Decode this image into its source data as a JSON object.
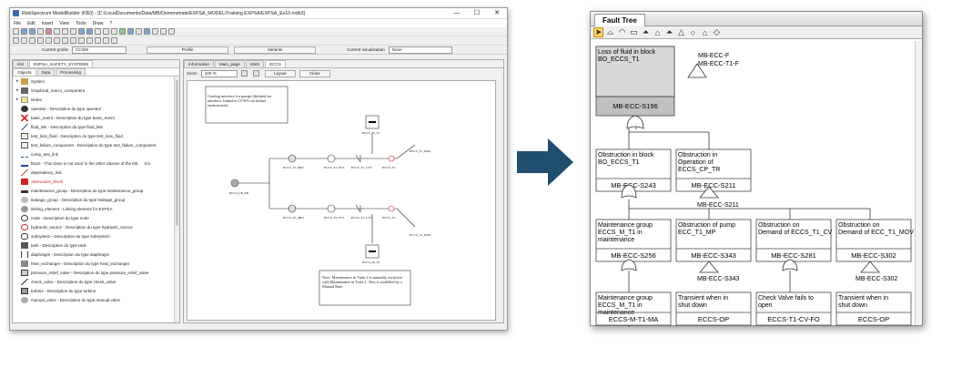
{
  "left_window": {
    "title": "RiskSpectrum ModelBuilder (KB3) - [C:/LocalDocuments/Data/MB/Demonstrate/EXPSA_MODEL/Training EXPSA/EXPSA_Ex10.mdb3]",
    "controls": {
      "minimize": "—",
      "maximize": "☐",
      "close": "✕"
    },
    "menu": [
      "File",
      "Edit",
      "Insert",
      "View",
      "Tools",
      "Draw",
      "?"
    ],
    "profile_bar": {
      "current_profile_label": "Current profile",
      "current_profile_value": "CCWS",
      "profile_button": "Profile",
      "variants_button": "Variants",
      "current_visualization_label": "Current visualization",
      "current_visualization_value": "None"
    },
    "left_tabs": [
      "KM",
      "EXPSA_SAFETY_SYSTEMS"
    ],
    "sub_tabs": [
      "Objects",
      "Data",
      "Processing"
    ],
    "tree_items": [
      {
        "label": "System",
        "icon": "folder-icon"
      },
      {
        "label": "Graphical_macro_component",
        "icon": "macro-icon"
      },
      {
        "label": "Notes",
        "icon": "note-icon"
      },
      {
        "label": "operator - Description du type operator",
        "icon": "operator-icon"
      },
      {
        "label": "basic_event - Description du type basic_event",
        "icon": "cross-icon"
      },
      {
        "label": "fluid_link - Description du type fluid_link",
        "icon": "link-icon"
      },
      {
        "label": "test_loss_fluid - Description du type test_loss_fluid",
        "icon": "test-icon"
      },
      {
        "label": "test_failure_component - Description du type test_failure_component",
        "icon": "test-icon"
      },
      {
        "label": "comp_test_link",
        "icon": "dashed-link-icon"
      },
      {
        "label": "block - This class is not used in the other classes of the KB.",
        "icon": "block-icon",
        "extra": "It is"
      },
      {
        "label": "dependency_link",
        "icon": "dependency-icon"
      },
      {
        "label": "obstruction_block",
        "icon": "obstruction-icon",
        "highlight": true
      },
      {
        "label": "maintenance_group - Description du type maintenance_group",
        "icon": "wrench-icon"
      },
      {
        "label": "leakage_group - Description du type leakage_group",
        "icon": "leakage-icon"
      },
      {
        "label": "linking_element - Linking element for EXPSA",
        "icon": "linking-icon"
      },
      {
        "label": "node - Description du type node",
        "icon": "node-icon"
      },
      {
        "label": "hydraulic_source - Description du type hydraulic_source",
        "icon": "source-icon"
      },
      {
        "label": "subsystem - Description du type subsystem",
        "icon": "subsystem-icon"
      },
      {
        "label": "tank - Description du type tank",
        "icon": "tank-icon"
      },
      {
        "label": "diaphragm - Description du type diaphragm",
        "icon": "diaphragm-icon"
      },
      {
        "label": "heat_exchanger - Description du type heat_exchanger",
        "icon": "exchanger-icon"
      },
      {
        "label": "pressure_relief_valve - Description du type pressure_relief_valve",
        "icon": "relief-valve-icon"
      },
      {
        "label": "check_valve - Description du type check_valve",
        "icon": "check-valve-icon"
      },
      {
        "label": "turbine - Description du type turbine",
        "icon": "turbine-icon"
      },
      {
        "label": "manual_valve - Description du type manual valve",
        "icon": "manual-valve-icon"
      }
    ],
    "right_tabs": [
      "Information",
      "Main_page",
      "SWS",
      "ECCS"
    ],
    "zoom_label": "Zoom",
    "zoom_value": "100 %",
    "layout_button": "Layout",
    "close_button": "Close",
    "diagram": {
      "note_top": "Cooling interface for pumps (defined via interface, linked to CCWS via failure replacement)",
      "note_bottom": "Note: Maintenance in Train 2 is mutually exclusive with Maintenance in Train 1. This is modelled by a Manual Rule.",
      "source_label": "ECCS_CP_TR",
      "train1": [
        "ECCS_T1_MP1",
        "ECCS_T1_EV1",
        "ECCS_T1_CV1",
        "ECCS_T1"
      ],
      "train2": [
        "ECCS_T2_MP1",
        "ECCS_T2_EV1",
        "ECCS_T2_CV1",
        "ECCS_T2"
      ],
      "top_tool": "ECCS_M_T1",
      "bottom_tool": "ECCS_M_T2",
      "fail1": "ECCS_T1_FAIL",
      "fail2": "ECCS_T1_FAIL"
    }
  },
  "fault_tree": {
    "tab_label": "Fault Tree",
    "top_event": {
      "text": "Loss of fluid in block BO_ECCS_T1",
      "id": "MB-ECC-S196"
    },
    "transfer_top": [
      "MB-ECC-F",
      "MB-ECC-T1-F"
    ],
    "level2": [
      {
        "text": "Obstruction in block BO_ECCS_T1",
        "id": "MB-ECC-S243"
      },
      {
        "text": "Obstruction in Operation of ECCS_CP_TR",
        "id": "MB-ECC-S211"
      }
    ],
    "transfer_mid": "MB-ECC-S211",
    "level3": [
      {
        "text": "Maintenance group ECCS_M_T1 in maintenance",
        "id": "MB-ECC-S256"
      },
      {
        "text": "Obstruction of pump ECC_T1_MP",
        "id": "MB-ECC-S343"
      },
      {
        "text": "Obstruction on Demand of ECCS_T1_CV",
        "id": "MB-ECC-S281"
      },
      {
        "text": "Obstruction on Demand of ECC_T1_MOV",
        "id": "MB-ECC-S302"
      }
    ],
    "transfer_low": [
      "MB-ECC-S343",
      "MB-ECC-S302"
    ],
    "level4": [
      {
        "text": "Maintenance group ECCS_M_T1 in maintenance",
        "id": "ECCS-M-T1-MA"
      },
      {
        "text": "Transient when in shut down",
        "id": "ECCS-OP"
      },
      {
        "text": "Check Valve fails to open",
        "id": "ECCS-T1-CV-FO"
      },
      {
        "text": "Transient when in shut down",
        "id": "ECCS-OP"
      }
    ]
  },
  "colors": {
    "arrow": "#1f4e6e",
    "top_event_bg": "#c0c0c0",
    "highlight": "#d04040",
    "tool_selected": "#ffd36b"
  }
}
